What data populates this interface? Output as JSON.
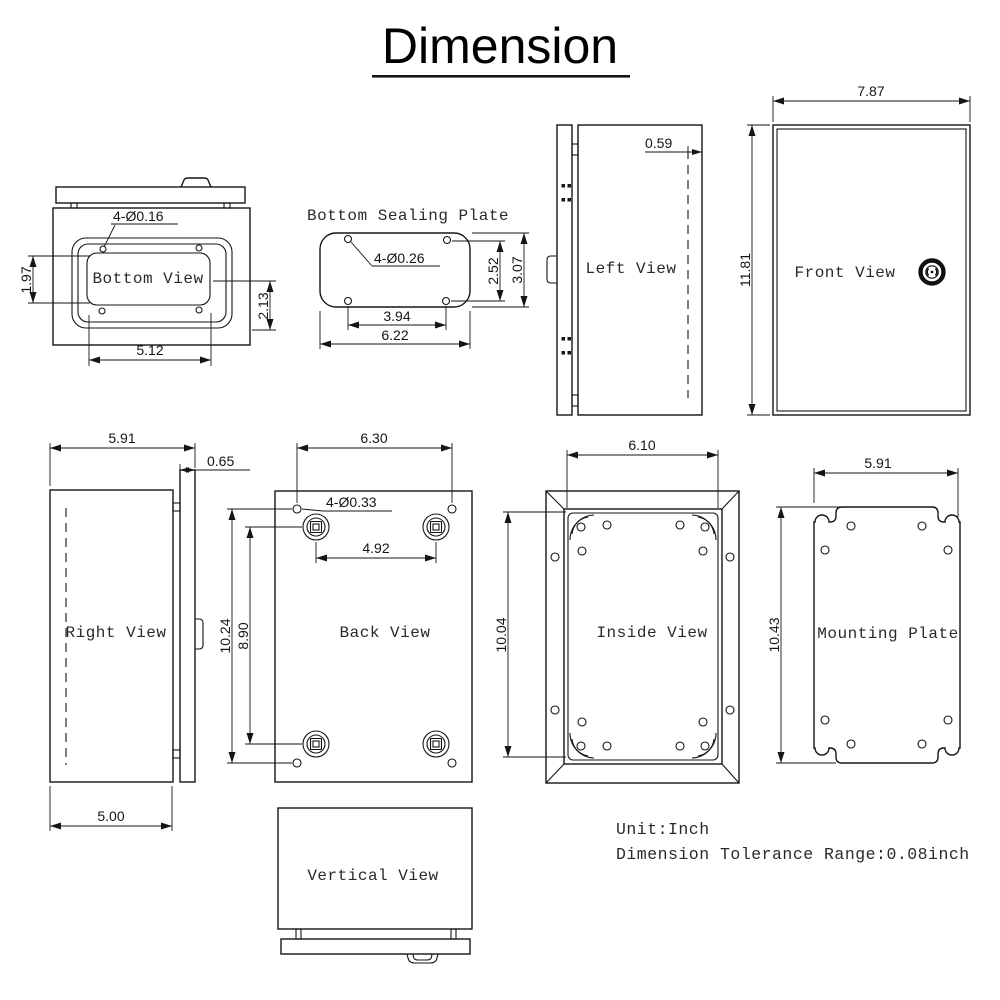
{
  "title": "Dimension",
  "colors": {
    "ink": "#151515",
    "background": "#ffffff"
  },
  "icons": {
    "front_view_lock": "lock-knob-icon"
  },
  "views": {
    "bottom_view": {
      "label": "Bottom View",
      "hole_note": "4-Ø0.16",
      "dim_inner_height": "1.97",
      "dim_right_height": "2.13",
      "dim_width": "5.12"
    },
    "sealing_plate": {
      "label": "Bottom Sealing Plate",
      "hole_note": "4-Ø0.26",
      "dim_hole_span_y": "2.52",
      "dim_height": "3.07",
      "dim_hole_span_x": "3.94",
      "dim_width": "6.22"
    },
    "left_view": {
      "label": "Left View",
      "dim_door_offset": "0.59"
    },
    "front_view": {
      "label": "Front View",
      "dim_width": "7.87",
      "dim_height": "11.81"
    },
    "right_view": {
      "label": "Right View",
      "dim_total_depth": "5.91",
      "dim_door_depth": "0.65",
      "dim_body_depth": "5.00"
    },
    "back_view": {
      "label": "Back View",
      "hole_note": "4-Ø0.33",
      "dim_hole_span_x": "6.30",
      "dim_boss_span_x": "4.92",
      "dim_hole_span_y": "10.24",
      "dim_boss_span_y": "8.90"
    },
    "inside_view": {
      "label": "Inside View",
      "dim_width": "6.10",
      "dim_height": "10.04"
    },
    "mounting_plate": {
      "label": "Mounting Plate",
      "dim_width": "5.91",
      "dim_height": "10.43"
    },
    "vertical_view": {
      "label": "Vertical View"
    }
  },
  "notes": {
    "unit": "Unit:Inch",
    "tolerance": "Dimension Tolerance Range:0.08inch"
  }
}
